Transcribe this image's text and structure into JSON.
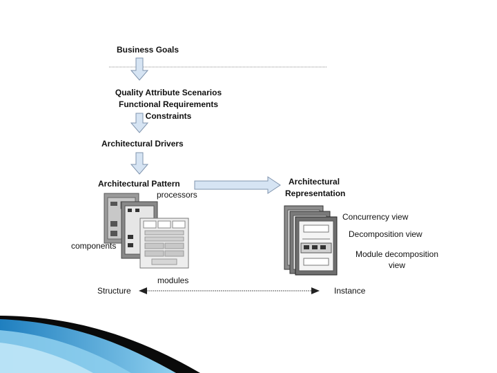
{
  "diagram": {
    "business_goals": "Business Goals",
    "qas": "Quality Attribute Scenarios",
    "functional_requirements": "Functional Requirements",
    "constraints": "Constraints",
    "architectural_drivers": "Architectural Drivers",
    "architectural_pattern": "Architectural Pattern",
    "architectural_representation_line1": "Architectural",
    "architectural_representation_line2": "Representation",
    "processors": "processors",
    "components": "components",
    "modules": "modules",
    "concurrency_view": "Concurrency view",
    "decomposition_view": "Decomposition view",
    "module_decomposition_view_line1": "Module decomposition",
    "module_decomposition_view_line2": "view",
    "structure": "Structure",
    "instance": "Instance"
  },
  "colors": {
    "arrow_fill": "#d6e4f3",
    "arrow_stroke": "#7f93ad",
    "wave_dark": "#0a0a0a",
    "wave_blue": "#2b8fc8",
    "wave_light": "#8fd0ef"
  }
}
